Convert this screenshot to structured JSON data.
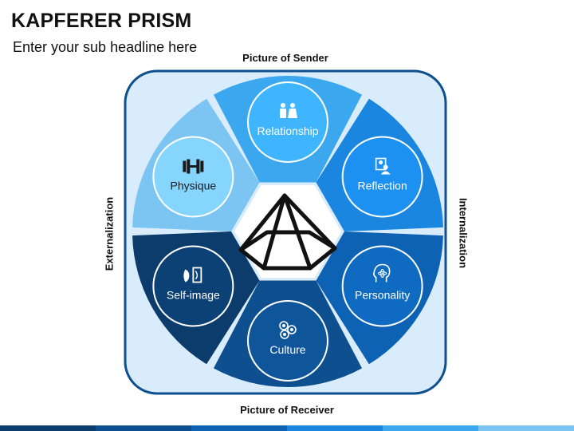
{
  "title": "KAPFERER PRISM",
  "subtitle": "Enter your sub headline here",
  "axis_labels": {
    "top": "Picture of Sender",
    "bottom": "Picture of Receiver",
    "left": "Externalization",
    "right": "Internalization"
  },
  "segments": [
    {
      "label": "Relationship",
      "icon": "couple-icon",
      "color": "#3aa7ee"
    },
    {
      "label": "Reflection",
      "icon": "profile-picture-icon",
      "color": "#1a86e0"
    },
    {
      "label": "Personality",
      "icon": "head-atom-icon",
      "color": "#0e62b3"
    },
    {
      "label": "Culture",
      "icon": "diverse-faces-icon",
      "color": "#0d4f8f"
    },
    {
      "label": "Self-image",
      "icon": "mirror-icon",
      "color": "#0b3c6c"
    },
    {
      "label": "Physique",
      "icon": "dumbbell-icon",
      "color": "#7cc5f2"
    }
  ],
  "center_icon": "pyramid-icon",
  "colors": {
    "frame": "#0d4f8f",
    "frame_fill": "#d9ecfb",
    "inner_circle": "#cfe6f8"
  }
}
